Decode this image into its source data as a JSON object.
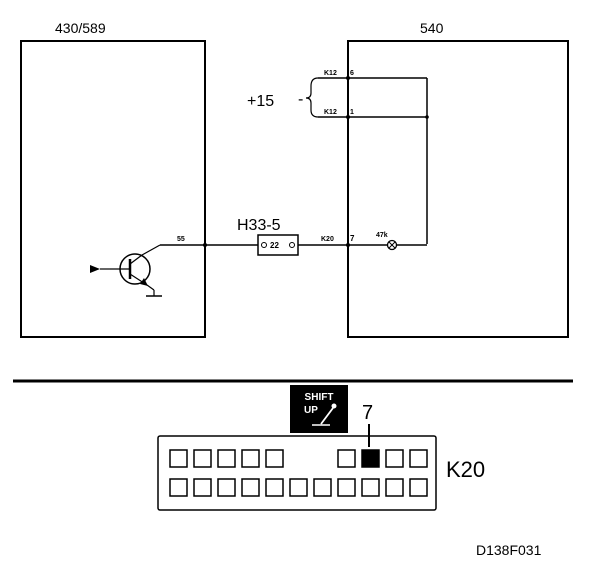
{
  "boxes": {
    "left_title": "430/589",
    "right_title": "540"
  },
  "supply": {
    "voltage_label": "+15",
    "ground_label": "-",
    "wire_top_code": "K12",
    "wire_top_pin": "6",
    "wire_bottom_code": "K12",
    "wire_bottom_pin": "1"
  },
  "circuit": {
    "left_pin": "55",
    "connector_name": "H33-5",
    "connector_pin": "22",
    "wire_code": "K20",
    "right_pin": "7",
    "lamp_code": "47k"
  },
  "panel": {
    "indicator_line1": "SHIFT",
    "indicator_line2": "UP",
    "pin_callout": "7",
    "connector_label": "K20"
  },
  "reference": "D138F031"
}
